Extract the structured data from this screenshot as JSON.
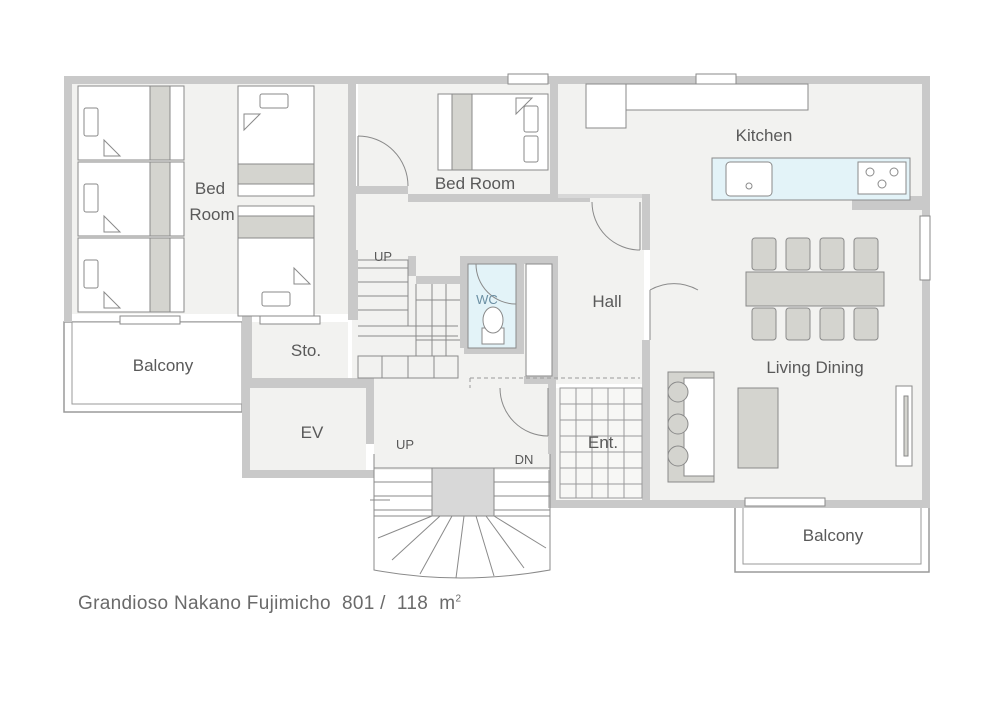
{
  "rooms": {
    "bed_room_1_line1": "Bed",
    "bed_room_1_line2": "Room",
    "bed_room_2": "Bed Room",
    "kitchen": "Kitchen",
    "hall": "Hall",
    "wc": "WC",
    "living_dining": "Living Dining",
    "balcony_left": "Balcony",
    "balcony_right": "Balcony",
    "storage": "Sto.",
    "elevator": "EV",
    "entrance": "Ent."
  },
  "stairs": {
    "up_inner": "UP",
    "up_outer": "UP",
    "down_outer": "DN"
  },
  "caption": {
    "building": "Grandioso Nakano Fujimicho",
    "unit": "801 /",
    "area": "118",
    "unit_symbol": "m",
    "unit_power": "2"
  },
  "colors": {
    "wall": "#c9c9c9",
    "floor": "#f2f2f0",
    "furniture": "#d4d4cf",
    "wc_accent": "#e3f3f8",
    "line": "#8a8a8a"
  }
}
